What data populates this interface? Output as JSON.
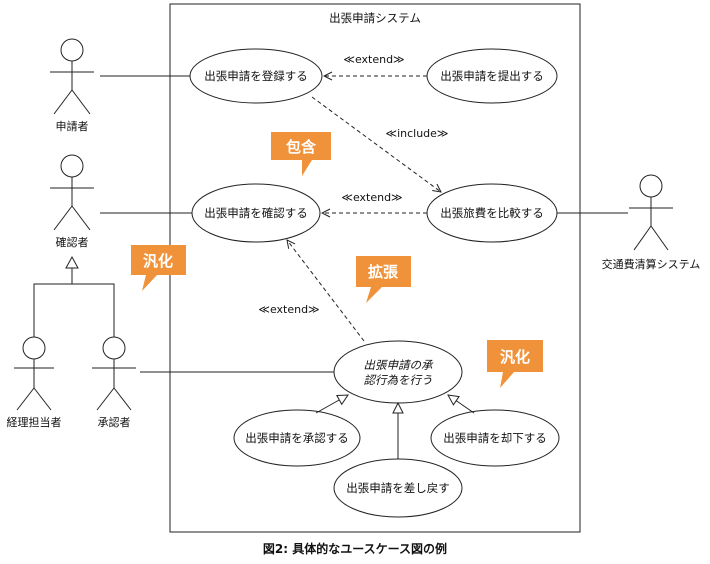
{
  "system": {
    "title": "出張申請システム"
  },
  "actors": {
    "applicant": "申請者",
    "confirmer": "確認者",
    "accountant": "経理担当者",
    "approver": "承認者",
    "travel_system": "交通費清算システム"
  },
  "use_cases": {
    "register": "出張申請を登録する",
    "submit": "出張申請を提出する",
    "confirm": "出張申請を確認する",
    "compare": "出張旅費を比較する",
    "approval_act_line1": "出張申請の承",
    "approval_act_line2": "認行為を行う",
    "approve": "出張申請を承認する",
    "reject": "出張申請を却下する",
    "sendback": "出張申請を差し戻す"
  },
  "relations": {
    "extend_top": "≪extend≫",
    "include": "≪include≫",
    "extend_middle": "≪extend≫",
    "extend_lower": "≪extend≫"
  },
  "callouts": {
    "inclusion": "包含",
    "generalization_actor": "汎化",
    "extension": "拡張",
    "generalization_usecase": "汎化"
  },
  "caption": "図2: 具体的なユースケース図の例",
  "colors": {
    "callout": "#f0923a",
    "line": "#222222"
  }
}
